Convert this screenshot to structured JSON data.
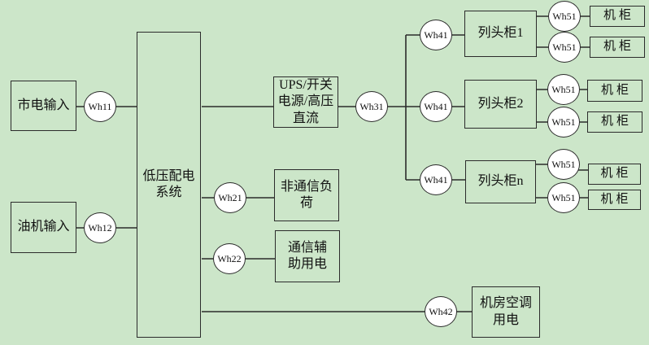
{
  "colors": {
    "background": "#cce6c9",
    "stroke": "#2b2b2b",
    "meter_fill": "#ffffff",
    "text": "#111111"
  },
  "nodes": {
    "mains": {
      "label": "市电输入"
    },
    "generator": {
      "label": "油机输入"
    },
    "lvd": {
      "label": "低压配电\n系统"
    },
    "ups": {
      "label": "UPS/开关\n电源/高压\n直流"
    },
    "non_comm": {
      "label": "非通信负\n荷"
    },
    "comm_aux": {
      "label": "通信辅\n助用电"
    },
    "hvac": {
      "label": "机房空调\n用电"
    },
    "row1": {
      "label": "列头柜1"
    },
    "row2": {
      "label": "列头柜2"
    },
    "rown": {
      "label": "列头柜n"
    },
    "cabinet": {
      "label": "机柜"
    }
  },
  "meters": {
    "wh11": "Wh11",
    "wh12": "Wh12",
    "wh21": "Wh21",
    "wh22": "Wh22",
    "wh31": "Wh31",
    "wh41": "Wh41",
    "wh42": "Wh42",
    "wh51": "Wh51"
  },
  "edges": [
    {
      "from": "mains",
      "to": "lvd",
      "meter": "Wh11"
    },
    {
      "from": "generator",
      "to": "lvd",
      "meter": "Wh12"
    },
    {
      "from": "lvd",
      "to": "ups",
      "meter": ""
    },
    {
      "from": "ups",
      "to": "bus",
      "meter": "Wh31"
    },
    {
      "from": "bus",
      "to": "row1",
      "meter": "Wh41"
    },
    {
      "from": "bus",
      "to": "row2",
      "meter": "Wh41"
    },
    {
      "from": "bus",
      "to": "rown",
      "meter": "Wh41"
    },
    {
      "from": "lvd",
      "to": "non_comm",
      "meter": "Wh21"
    },
    {
      "from": "lvd",
      "to": "comm_aux",
      "meter": "Wh22"
    },
    {
      "from": "lvd",
      "to": "hvac",
      "meter": "Wh42"
    },
    {
      "from": "row1",
      "to": "cabinet_1",
      "meter": "Wh51"
    },
    {
      "from": "row1",
      "to": "cabinet_2",
      "meter": "Wh51"
    },
    {
      "from": "row2",
      "to": "cabinet_3",
      "meter": "Wh51"
    },
    {
      "from": "row2",
      "to": "cabinet_4",
      "meter": "Wh51"
    },
    {
      "from": "rown",
      "to": "cabinet_5",
      "meter": "Wh51"
    },
    {
      "from": "rown",
      "to": "cabinet_6",
      "meter": "Wh51"
    }
  ]
}
